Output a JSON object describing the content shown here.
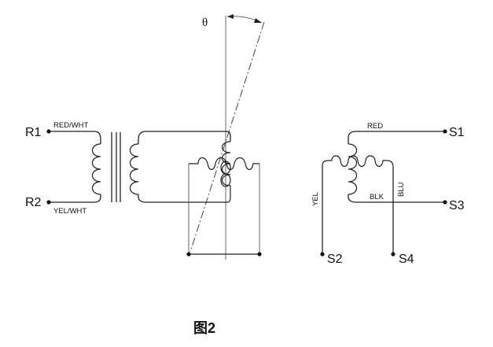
{
  "angle_symbol": "θ",
  "rotor_terminals": {
    "r1": "R1",
    "r2": "R2",
    "r1_wire": "RED/WHT",
    "r2_wire": "YEL/WHT"
  },
  "stator_terminals": {
    "s1": "S1",
    "s2": "S2",
    "s3": "S3",
    "s4": "S4",
    "s1_wire": "RED",
    "s2_wire": "YEL",
    "s3_wire": "BLK",
    "s4_wire": "BLU"
  },
  "caption": "图2"
}
